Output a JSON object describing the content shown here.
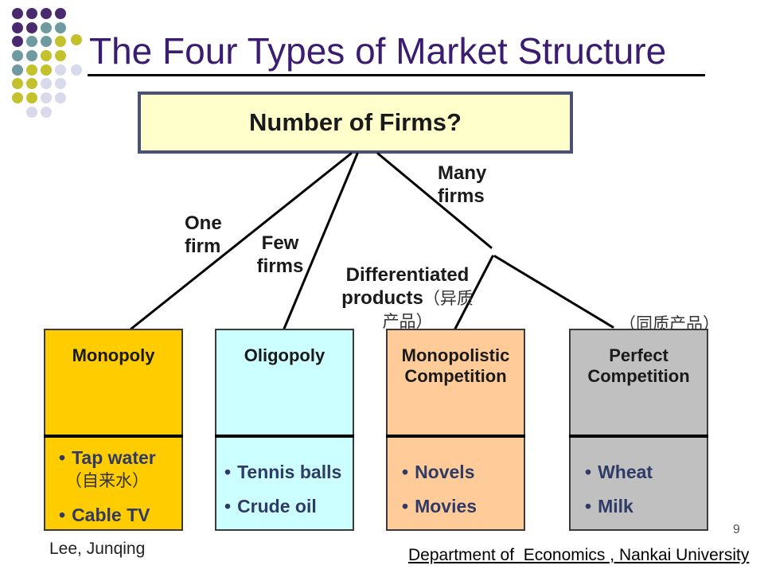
{
  "slide": {
    "title": "The Four Types of Market Structure",
    "question": "Number of Firms?",
    "branches": {
      "one_firm": [
        "One",
        "firm"
      ],
      "few_firms": [
        "Few",
        "firms"
      ],
      "many_firms": [
        "Many",
        "firms"
      ],
      "differentiated": {
        "line1": "Differentiated",
        "line2_bold": "products",
        "line2_cn": "（异质",
        "line3_cn": "产品）"
      },
      "homogeneous": "（同质产品）"
    },
    "bullet": "•",
    "structures": [
      {
        "title_lines": [
          "Monopoly"
        ],
        "examples": [
          {
            "text": "Tap water"
          },
          {
            "text": "（自来水）"
          },
          {
            "text": "Cable TV"
          }
        ]
      },
      {
        "title_lines": [
          "Oligopoly"
        ],
        "examples": [
          {
            "text": "Tennis balls"
          },
          {
            "text": "Crude oil"
          }
        ]
      },
      {
        "title_lines": [
          "Monopolistic",
          "Competition"
        ],
        "examples": [
          {
            "text": "Novels"
          },
          {
            "text": "Movies"
          }
        ]
      },
      {
        "title_lines": [
          "Perfect",
          "Competition"
        ],
        "examples": [
          {
            "text": "Wheat"
          },
          {
            "text": "Milk"
          }
        ]
      }
    ],
    "footer": {
      "author": "Lee, Junqing",
      "department": "Department of  Economics , Nankai University",
      "page": "9"
    }
  },
  "colors": {
    "title": "#3a1c71",
    "question_fill": "#ffffcc",
    "question_border": "#4b5078",
    "monopoly": "#ffcc00",
    "oligopoly": "#ccffff",
    "monopolistic_competition": "#ffcc99",
    "perfect_competition": "#c0c0c0",
    "example_text": "#2f3b66"
  }
}
